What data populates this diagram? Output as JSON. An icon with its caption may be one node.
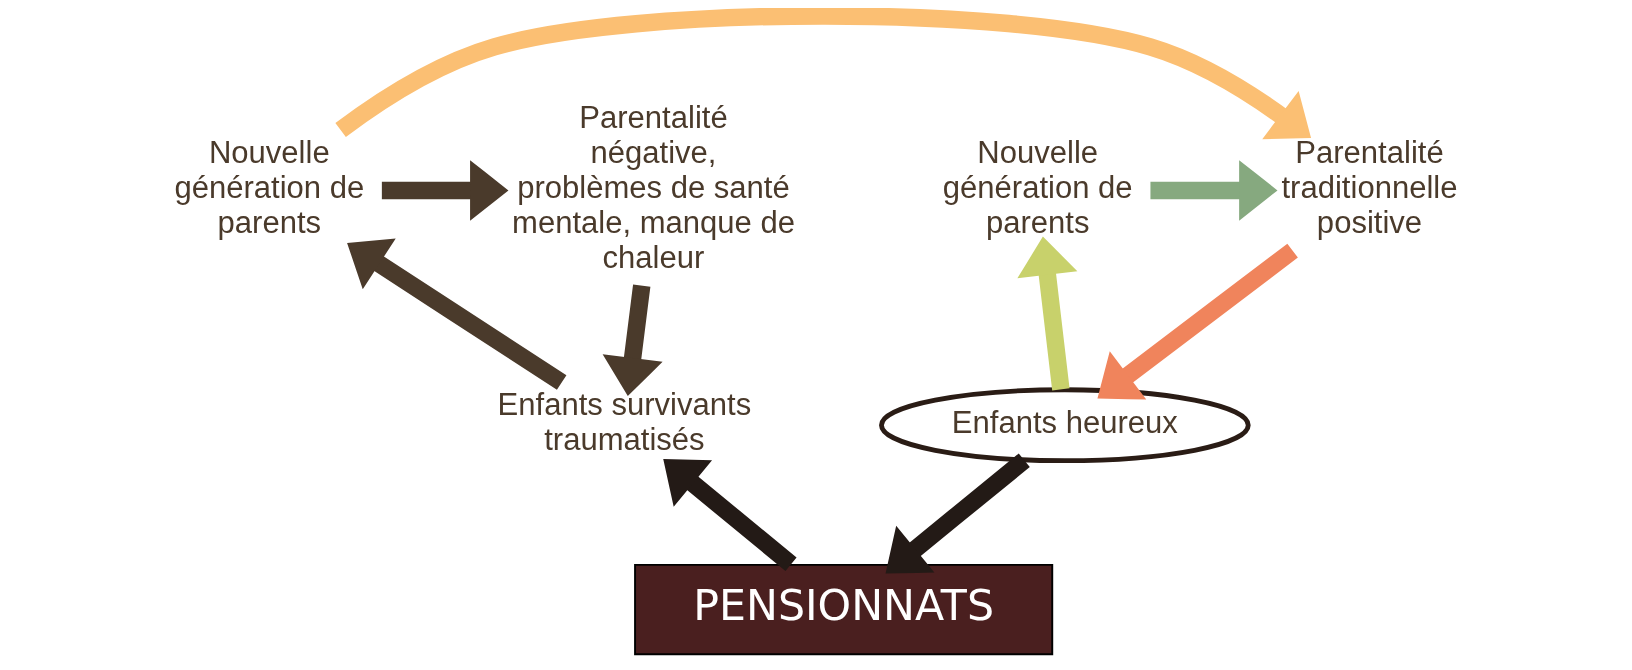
{
  "diagram": {
    "nodes": [
      {
        "text": [
          "Nouvelle génération de parents"
        ]
      },
      {
        "text": [
          "Parentalité traditionnelle positive"
        ]
      },
      {
        "text": [
          "PENSIONNATS"
        ]
      },
      {
        "text": [
          "Nouvelle génération de parents"
        ]
      },
      {
        "text": [
          "Parentalité négative, problèmes de santé mentale, manque de chaleur"
        ]
      },
      {
        "text": [
          "Enfants heureux"
        ]
      },
      {
        "text": [
          "Enfants survivants traumatisés"
        ]
      }
    ],
    "edges": [
      {
        "from": 0,
        "to": 1,
        "arrow": "to",
        "color": "#86a97f"
      },
      {
        "from": 1,
        "to": 5,
        "arrow": "to",
        "color": "#f0845c"
      },
      {
        "from": 5,
        "to": 0,
        "arrow": "to",
        "color": "#c8d16b"
      },
      {
        "from": 3,
        "to": 1,
        "arrow": "to",
        "color": "#fbbf73"
      },
      {
        "from": 3,
        "to": 4,
        "arrow": "to",
        "color": "#4a3a2b"
      },
      {
        "from": 4,
        "to": 6,
        "arrow": "to",
        "color": "#4a3a2b"
      },
      {
        "from": 6,
        "to": 3,
        "arrow": "to",
        "color": "#4a3a2b"
      },
      {
        "from": 5,
        "to": 2,
        "arrow": "to",
        "color": "#231a16"
      },
      {
        "from": 2,
        "to": 6,
        "arrow": "to",
        "color": "#231a16"
      }
    ]
  }
}
